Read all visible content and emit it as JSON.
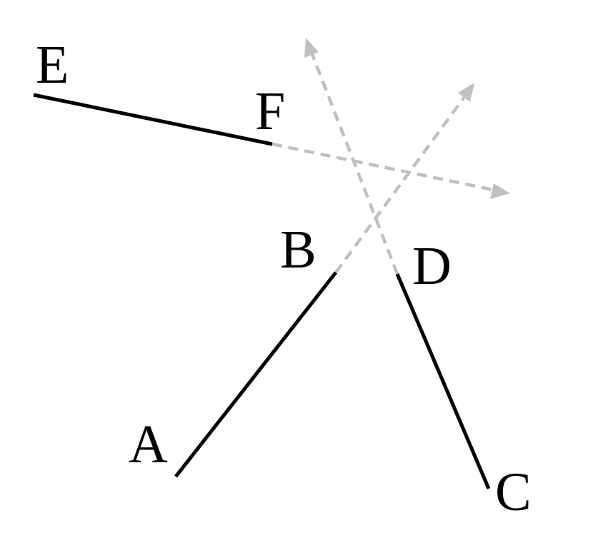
{
  "diagram": {
    "colors": {
      "segment": "#000000",
      "extension": "#c0c0c0",
      "background": "#ffffff"
    },
    "labels": {
      "E": "E",
      "F": "F",
      "B": "B",
      "D": "D",
      "A": "A",
      "C": "C"
    },
    "segments": [
      {
        "from": "E",
        "to": "F",
        "extended_beyond": "F"
      },
      {
        "from": "A",
        "to": "B",
        "extended_beyond": "B"
      },
      {
        "from": "C",
        "to": "D",
        "extended_beyond": "D"
      }
    ]
  }
}
